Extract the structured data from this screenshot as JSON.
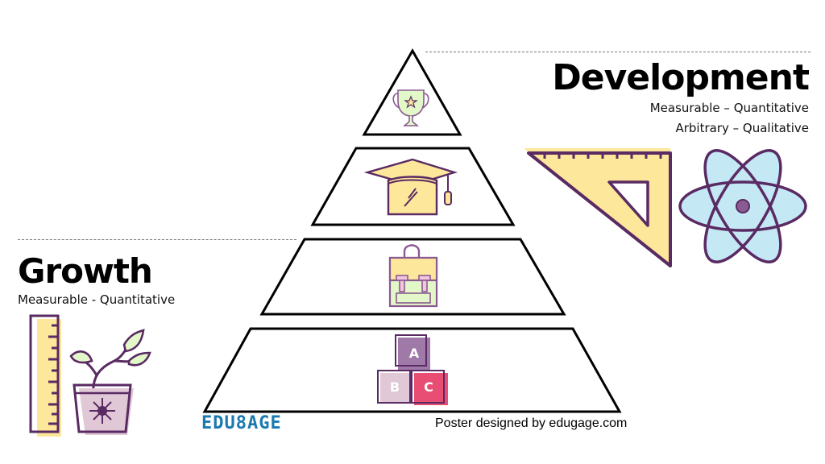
{
  "development": {
    "title": "Development",
    "lines": [
      "Measurable – Quantitative",
      "Arbitrary – Qualitative"
    ]
  },
  "growth": {
    "title": "Growth",
    "lines": [
      "Measurable - Quantitative"
    ]
  },
  "pyramid": {
    "levels": [
      {
        "icon": "trophy-icon"
      },
      {
        "icon": "graduation-cap-icon"
      },
      {
        "icon": "backpack-icon"
      },
      {
        "icon": "abc-blocks-icon",
        "block_labels": [
          "A",
          "B",
          "C"
        ]
      }
    ]
  },
  "footer": {
    "logo_text": "EDU8AGE",
    "credit": "Poster designed by edugage.com"
  },
  "colors": {
    "outline": "#5a2a63",
    "yellow": "#fde79a",
    "green": "#e2f8c8",
    "blue": "#c4e8f4",
    "pink": "#f4c6dc",
    "mauve": "#e0c8d6",
    "purple_block": "#9f7aa8",
    "red_block": "#e84d74",
    "logo_blue": "#1a7ab0",
    "logo_green": "#7cbc2a"
  }
}
